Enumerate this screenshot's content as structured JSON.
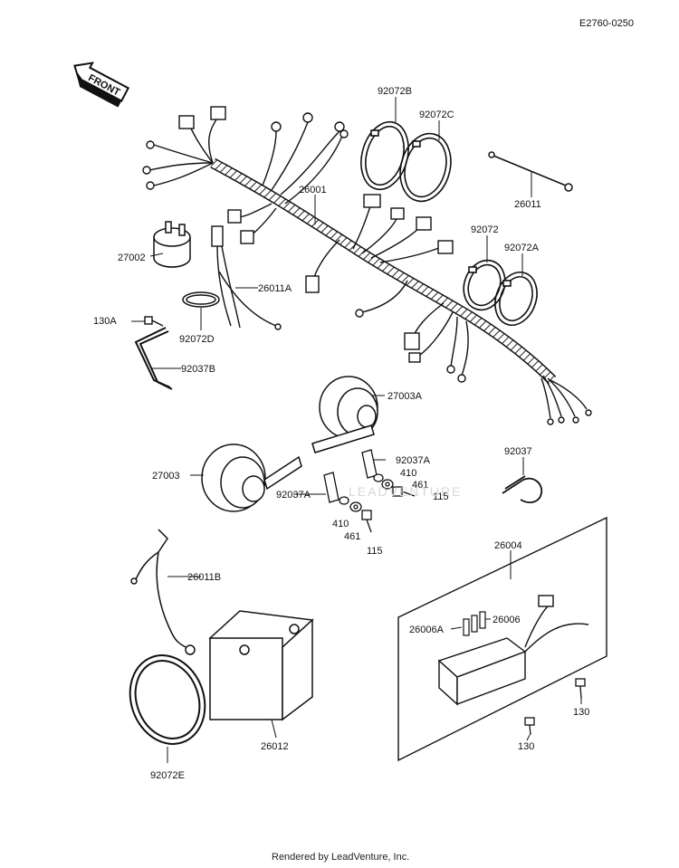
{
  "diagram_code": "E2760-0250",
  "front_label": "FRONT",
  "footer": "Rendered by LeadVenture, Inc.",
  "watermark": "LEADVENTURE",
  "parts": {
    "p92072B": "92072B",
    "p92072C": "92072C",
    "p26001": "26001",
    "p26011": "26011",
    "p27002": "27002",
    "p26011A": "26011A",
    "p92072": "92072",
    "p92072A": "92072A",
    "p130A": "130A",
    "p92072D": "92072D",
    "p92037B": "92037B",
    "p27003A": "27003A",
    "p92037A_r": "92037A",
    "p410_r": "410",
    "p461_r": "461",
    "p115_r": "115",
    "p27003": "27003",
    "p92037A_l": "92037A",
    "p410_l": "410",
    "p461_l": "461",
    "p115_l": "115",
    "p92037": "92037",
    "p26004": "26004",
    "p26011B": "26011B",
    "p26006A": "26006A",
    "p26006": "26006",
    "p130_r": "130",
    "p130_b": "130",
    "p26012": "26012",
    "p92072E": "92072E"
  }
}
